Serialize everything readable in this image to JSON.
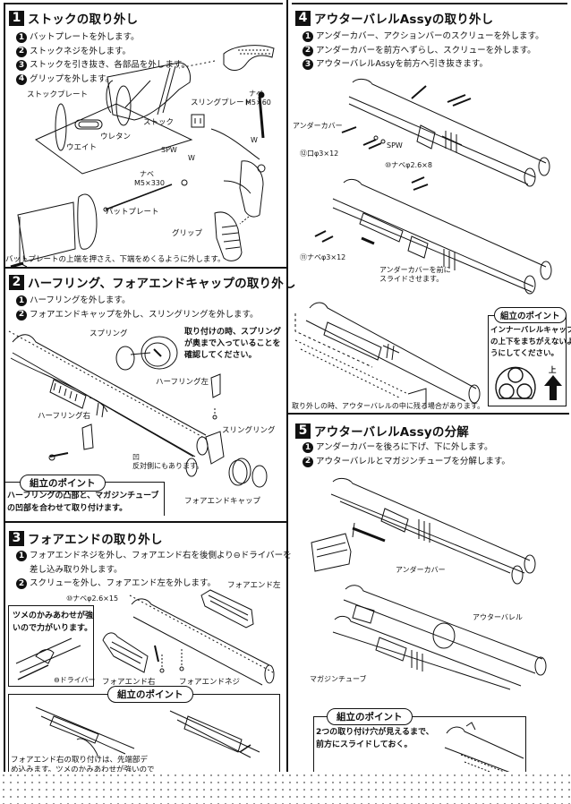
{
  "sections": {
    "s1": {
      "number": "1",
      "title": "ストックの取り外し",
      "steps": [
        {
          "n": "1",
          "text": "バットプレートを外します。"
        },
        {
          "n": "2",
          "text": "ストックネジを外します。"
        },
        {
          "n": "3",
          "text": "ストックを引き抜き、各部品を外します。"
        },
        {
          "n": "4",
          "text": "グリップを外します。"
        }
      ],
      "labels": {
        "stock_plate": "ストックプレート",
        "sling_plate": "スリングプレート",
        "nabe_top": "ナベ",
        "screw_m5x60": "M5×60",
        "stock": "ストック",
        "urethane": "ウレタン",
        "weight": "ウエイト",
        "spw": "SPW",
        "w1": "W",
        "w2": "W",
        "nabe_bottom": "ナベ",
        "screw_m5x330": "M5×330",
        "butt_plate": "バットプレート",
        "grip": "グリップ"
      },
      "footnote": "バットプレートの上端を押さえ、下端をめくるように外します。"
    },
    "s2": {
      "number": "2",
      "title": "ハーフリング、フォアエンドキャップの取り外し",
      "steps": [
        {
          "n": "1",
          "text": "ハーフリングを外します。"
        },
        {
          "n": "2",
          "text": "フォアエンドキャップを外し、スリングリングを外します。"
        }
      ],
      "labels": {
        "spring": "スプリング",
        "half_ring_left": "ハーフリング左",
        "half_ring_right": "ハーフリング右",
        "sling_ring": "スリングリング",
        "recess": "凹\n反対側にもあります。",
        "foreend_cap": "フォアエンドキャップ"
      },
      "note": "取り付けの時、スプリング\nが奥まで入っていることを\n確認してください。",
      "assembly_point": {
        "title": "組立のポイント",
        "text": "ハーフリングの凸部と、マガジンチューブ\nの凹部を合わせて取り付けます。"
      }
    },
    "s3": {
      "number": "3",
      "title": "フォアエンドの取り外し",
      "steps": [
        {
          "n": "1",
          "text": "フォアエンドネジを外し、フォアエンド右を後側より⊖ドライバーを\n差し込み取り外します。"
        },
        {
          "n": "2",
          "text": "スクリューを外し、フォアエンド左を外します。"
        }
      ],
      "labels": {
        "screw_nabe": "⑩ナベφ2.6×15",
        "foreend_left": "フォアエンド左",
        "foreend_right": "フォアエンド右",
        "foreend_screw": "フォアエンドネジ",
        "driver": "⊖ドライバー"
      },
      "callout": "ツメのかみあわせが強\nいので力がいります。",
      "assembly_point": {
        "title": "組立のポイント",
        "text": "フォアエンド右の取り付けは、先端部デ\nめ込みます。ツメのかみあわせが強いので"
      }
    },
    "s4": {
      "number": "4",
      "title": "アウターバレルAssyの取り外し",
      "steps": [
        {
          "n": "1",
          "text": "アンダーカバー、アクションバーのスクリューを外します。"
        },
        {
          "n": "2",
          "text": "アンダーカバーを前方へずらし、スクリューを外します。"
        },
        {
          "n": "3",
          "text": "アウターバレルAssyを前方へ引き抜きます。"
        }
      ],
      "labels": {
        "under_cover": "アンダーカバー",
        "screw_pan_3x12_a": "⑫口φ3×12",
        "spw": "SPW",
        "screw_nabe_26x8": "⑩ナベφ2.6×8",
        "screw_nabe_3x12": "⑪ナベφ3×12",
        "slide_note": "アンダーカバーを前に\nスライドさせます。"
      },
      "footnote": "取り外しの時、アウターバレルの中に残る場合があります。",
      "assembly_point": {
        "title": "組立のポイント",
        "text": "インナーバレルキャップ\nの上下をまちがえないよ\nうにしてください。",
        "arrow_label": "上"
      }
    },
    "s5": {
      "number": "5",
      "title": "アウターバレルAssyの分解",
      "steps": [
        {
          "n": "1",
          "text": "アンダーカバーを後ろに下げ、下に外します。"
        },
        {
          "n": "2",
          "text": "アウターバレルとマガジンチューブを分解します。"
        }
      ],
      "labels": {
        "under_cover": "アンダーカバー",
        "outer_barrel": "アウターバレル",
        "magazine_tube": "マガジンチューブ"
      },
      "assembly_point": {
        "title": "組立のポイント",
        "text": "2つの取り付け穴が見えるまで、\n前方にスライドしておく。"
      }
    }
  },
  "icons": {
    "arrow_up": "up-arrow-icon",
    "arrow_right": "right-arrow-icon"
  }
}
